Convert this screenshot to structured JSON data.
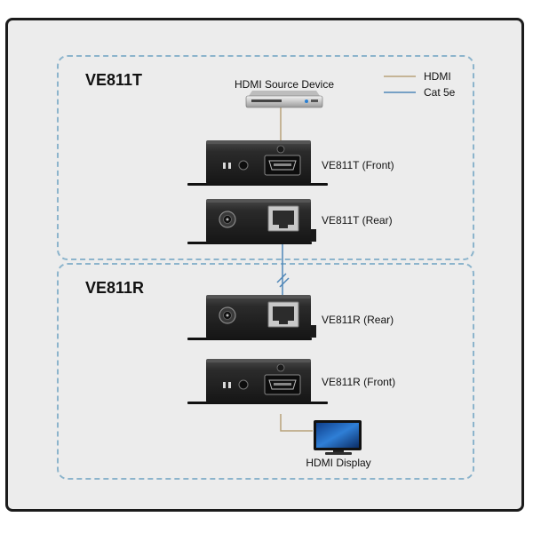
{
  "transmitter": {
    "title": "VE811T"
  },
  "receiver": {
    "title": "VE811R"
  },
  "legend": {
    "hdmi": {
      "label": "HDMI",
      "color": "#b8a27a"
    },
    "cat5e": {
      "label": "Cat 5e",
      "color": "#4f87b8"
    }
  },
  "devices": {
    "source": "HDMI Source Device",
    "tx_front": "VE811T (Front)",
    "tx_rear": "VE811T (Rear)",
    "rx_rear": "VE811R (Rear)",
    "rx_front": "VE811R (Front)",
    "display": "HDMI Display"
  },
  "colors": {
    "dashed_border": "#8cb4cc",
    "panel_bg": "#ececec",
    "device_body": "#2a2a2a"
  }
}
